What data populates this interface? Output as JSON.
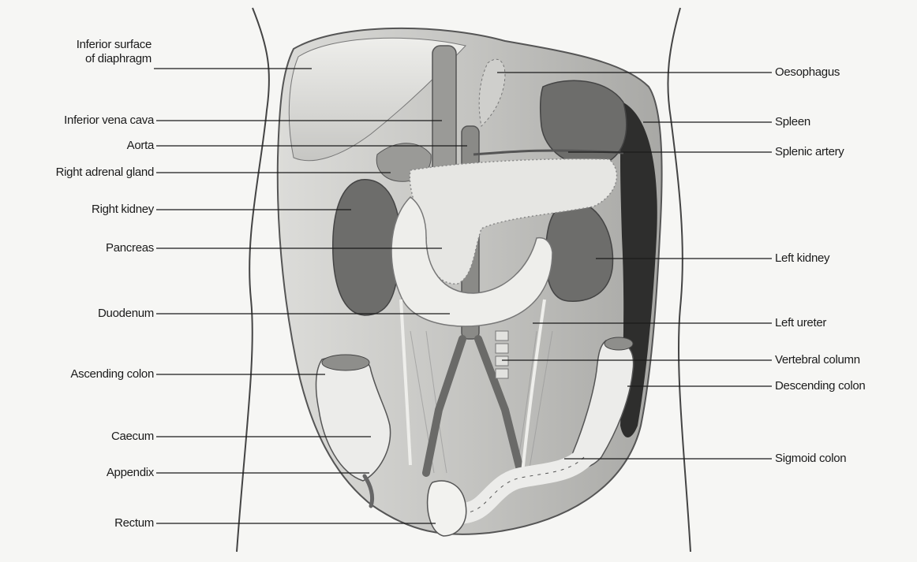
{
  "left_labels": [
    {
      "id": "inferior-surface-of-diaphragm",
      "line1": "Inferior surface",
      "line2": "of diaphragm"
    },
    {
      "id": "inferior-vena-cava",
      "line1": "Inferior vena cava"
    },
    {
      "id": "aorta",
      "line1": "Aorta"
    },
    {
      "id": "right-adrenal-gland",
      "line1": "Right adrenal gland"
    },
    {
      "id": "right-kidney",
      "line1": "Right kidney"
    },
    {
      "id": "pancreas",
      "line1": "Pancreas"
    },
    {
      "id": "duodenum",
      "line1": "Duodenum"
    },
    {
      "id": "ascending-colon",
      "line1": "Ascending colon"
    },
    {
      "id": "caecum",
      "line1": "Caecum"
    },
    {
      "id": "appendix",
      "line1": "Appendix"
    },
    {
      "id": "rectum",
      "line1": "Rectum"
    }
  ],
  "right_labels": [
    {
      "id": "oesophagus",
      "line1": "Oesophagus"
    },
    {
      "id": "spleen",
      "line1": "Spleen"
    },
    {
      "id": "splenic-artery",
      "line1": "Splenic artery"
    },
    {
      "id": "left-kidney",
      "line1": "Left kidney"
    },
    {
      "id": "left-ureter",
      "line1": "Left ureter"
    },
    {
      "id": "vertebral-column",
      "line1": "Vertebral column"
    },
    {
      "id": "descending-colon",
      "line1": "Descending colon"
    },
    {
      "id": "sigmoid-colon",
      "line1": "Sigmoid colon"
    }
  ],
  "colors": {
    "background": "#f6f6f4",
    "line": "#1b1b1b",
    "cavity_wall": "#c9c9c6",
    "muscle": "#b7b7b4",
    "organ_dark": "#6d6d6b",
    "organ_mid": "#9a9a97",
    "organ_light": "#e6e6e3",
    "vessel": "#8a8a87"
  }
}
